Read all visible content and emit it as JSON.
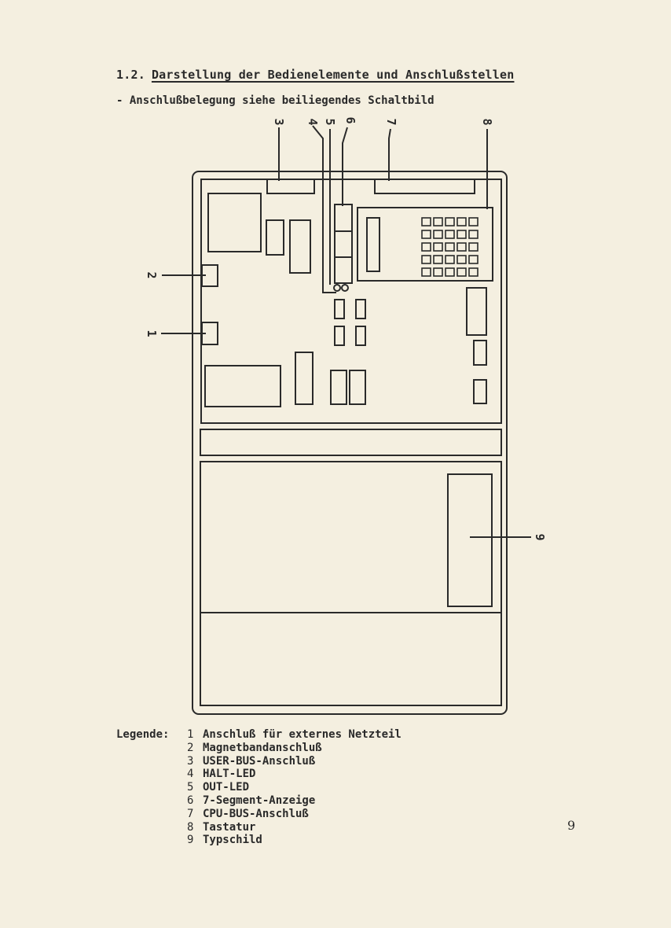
{
  "section": {
    "number": "1.2.",
    "title": "Darstellung der Bedienelemente und Anschlußstellen"
  },
  "subtitle": "- Anschlußbelegung siehe beiliegendes Schaltbild",
  "callouts": [
    "1",
    "2",
    "3",
    "4",
    "5",
    "6",
    "7",
    "8",
    "9"
  ],
  "legend": {
    "label": "Legende:",
    "items": [
      {
        "num": "1",
        "text": "Anschluß für externes Netzteil"
      },
      {
        "num": "2",
        "text": "Magnetbandanschluß"
      },
      {
        "num": "3",
        "text": "USER-BUS-Anschluß"
      },
      {
        "num": "4",
        "text": "HALT-LED"
      },
      {
        "num": "5",
        "text": "OUT-LED"
      },
      {
        "num": "6",
        "text": "7-Segment-Anzeige"
      },
      {
        "num": "7",
        "text": "CPU-BUS-Anschluß"
      },
      {
        "num": "8",
        "text": "Tastatur"
      },
      {
        "num": "9",
        "text": "Typschild"
      }
    ]
  },
  "page_number": "9"
}
